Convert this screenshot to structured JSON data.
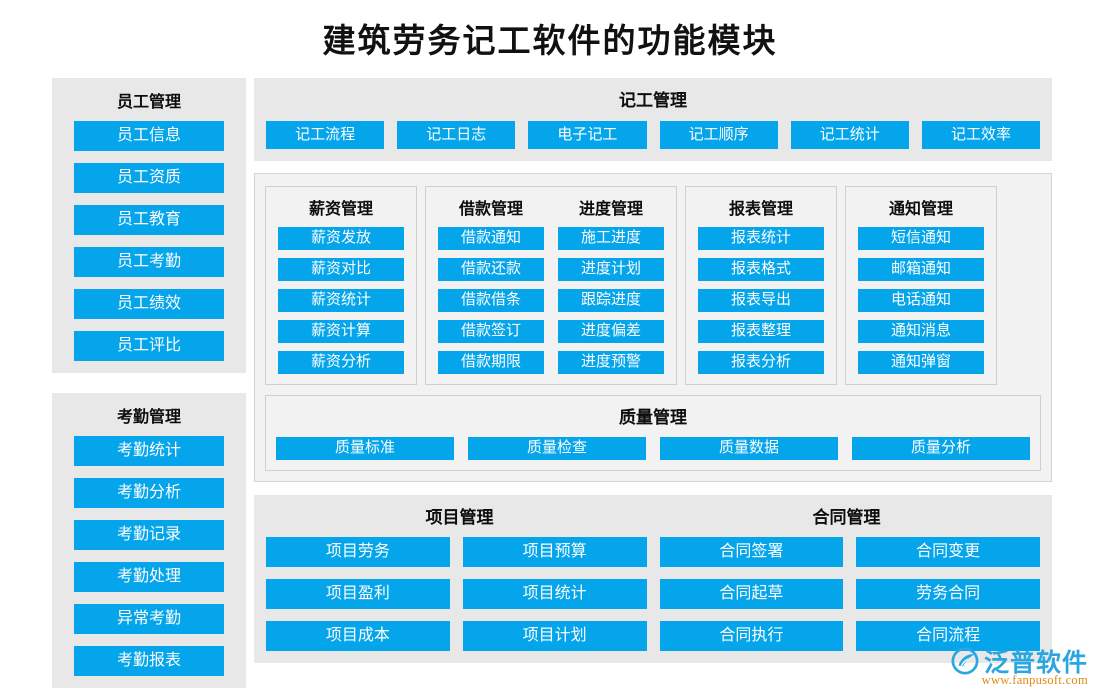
{
  "page": {
    "title": "建筑劳务记工软件的功能模块",
    "accent_color": "#05a5eb",
    "panel_color": "#e8e8e8",
    "panel_light_color": "#f2f2f2"
  },
  "left_column": [
    {
      "title": "员工管理",
      "items": [
        "员工信息",
        "员工资质",
        "员工教育",
        "员工考勤",
        "员工绩效",
        "员工评比"
      ]
    },
    {
      "title": "考勤管理",
      "items": [
        "考勤统计",
        "考勤分析",
        "考勤记录",
        "考勤处理",
        "异常考勤",
        "考勤报表"
      ]
    }
  ],
  "worklog": {
    "title": "记工管理",
    "items": [
      "记工流程",
      "记工日志",
      "电子记工",
      "记工顺序",
      "记工统计",
      "记工效率"
    ]
  },
  "middle": {
    "payroll": {
      "title": "薪资管理",
      "items": [
        "薪资发放",
        "薪资对比",
        "薪资统计",
        "薪资计算",
        "薪资分析"
      ]
    },
    "loan": {
      "title": "借款管理",
      "items": [
        "借款通知",
        "借款还款",
        "借款借条",
        "借款签订",
        "借款期限"
      ]
    },
    "progress": {
      "title": "进度管理",
      "items": [
        "施工进度",
        "进度计划",
        "跟踪进度",
        "进度偏差",
        "进度预警"
      ]
    },
    "report": {
      "title": "报表管理",
      "items": [
        "报表统计",
        "报表格式",
        "报表导出",
        "报表整理",
        "报表分析"
      ]
    },
    "notice": {
      "title": "通知管理",
      "items": [
        "短信通知",
        "邮箱通知",
        "电话通知",
        "通知消息",
        "通知弹窗"
      ]
    },
    "quality": {
      "title": "质量管理",
      "items": [
        "质量标准",
        "质量检查",
        "质量数据",
        "质量分析"
      ]
    }
  },
  "bottom": {
    "project_title": "项目管理",
    "contract_title": "合同管理",
    "items": [
      "项目劳务",
      "项目预算",
      "合同签署",
      "合同变更",
      "项目盈利",
      "项目统计",
      "合同起草",
      "劳务合同",
      "项目成本",
      "项目计划",
      "合同执行",
      "合同流程"
    ]
  },
  "logo": {
    "name": "泛普软件",
    "url": "www.fanpusoft.com",
    "icon": "fanpu-swoosh-icon",
    "brand_color": "#2aa7e0",
    "url_color": "#e08a12"
  }
}
